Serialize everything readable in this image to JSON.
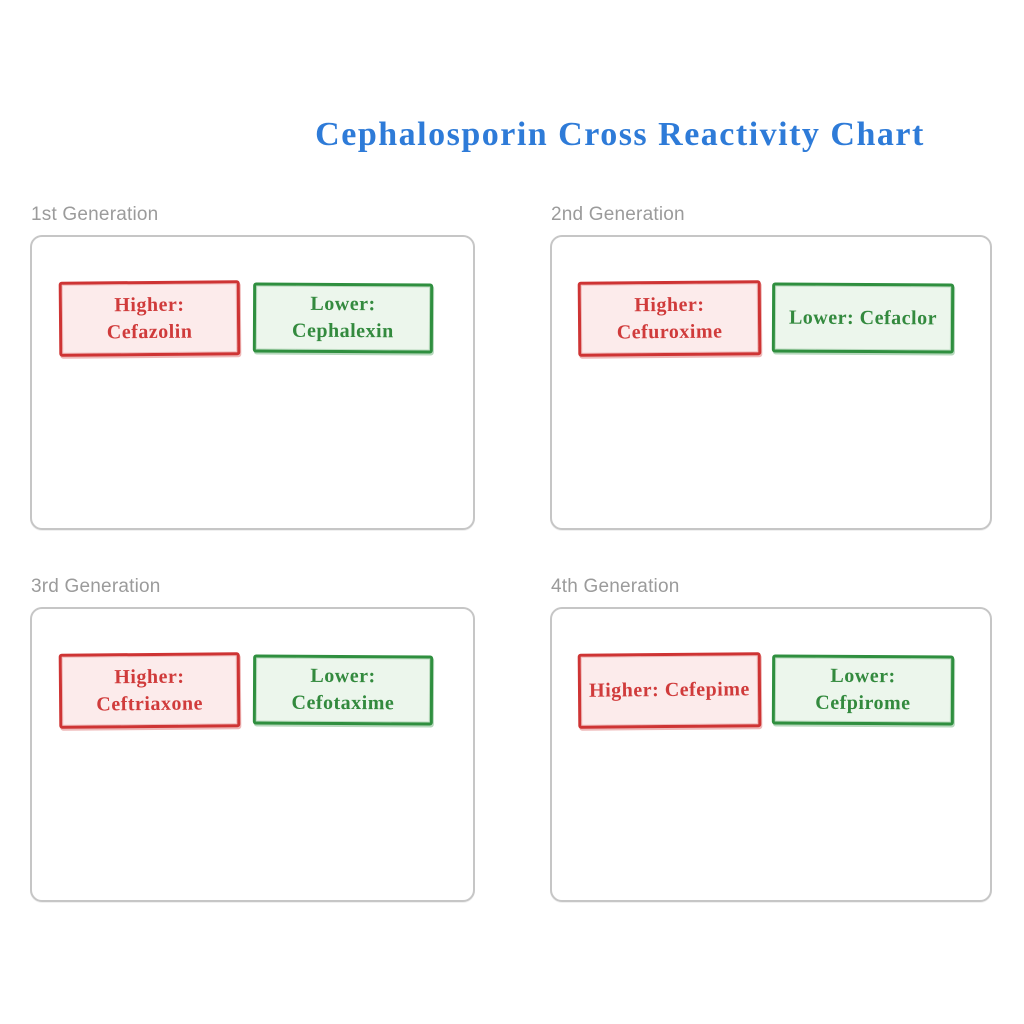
{
  "title": "Cephalosporin Cross Reactivity Chart",
  "colors": {
    "title_blue": "#2e7bd8",
    "generation_label_gray": "#9b9b9b",
    "panel_border_gray": "#c6c6c6",
    "higher_border_red": "#ce3434",
    "higher_fill_pink": "#fcebeb",
    "lower_border_green": "#2f8f3f",
    "lower_fill_green": "#ecf6ec"
  },
  "panels": [
    {
      "label": "1st Generation",
      "higher_text": "Higher:\nCefazolin",
      "lower_text": "Lower:\nCephalexin"
    },
    {
      "label": "2nd Generation",
      "higher_text": "Higher:\nCefuroxime",
      "lower_text": "Lower: Cefaclor"
    },
    {
      "label": "3rd Generation",
      "higher_text": "Higher:\nCeftriaxone",
      "lower_text": "Lower:\nCefotaxime"
    },
    {
      "label": "4th Generation",
      "higher_text": "Higher: Cefepime",
      "lower_text": "Lower:\nCefpirome"
    }
  ]
}
